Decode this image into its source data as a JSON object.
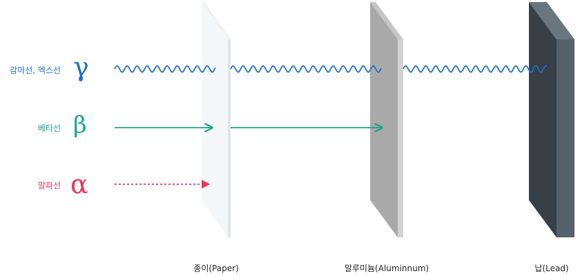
{
  "rays": [
    {
      "label": "감마선, 엑스선",
      "symbol": "γ",
      "color": "#1f6fc5"
    },
    {
      "label": "베타선",
      "symbol": "β",
      "color": "#17a589"
    },
    {
      "label": "알파선",
      "symbol": "α",
      "color": "#e8365d"
    }
  ],
  "barriers": [
    {
      "label": "종이(Paper)",
      "front": "#f4f7f9",
      "side": "#dfe6ea",
      "top": "#eef2f5"
    },
    {
      "label": "알루미늄(Aluminnum)",
      "front": "#a9a9a9",
      "side": "#cfcfcf",
      "top": "#bdbdbd"
    },
    {
      "label": "납(Lead)",
      "front": "#373f47",
      "side": "#55626b",
      "top": "#6a767e"
    }
  ]
}
